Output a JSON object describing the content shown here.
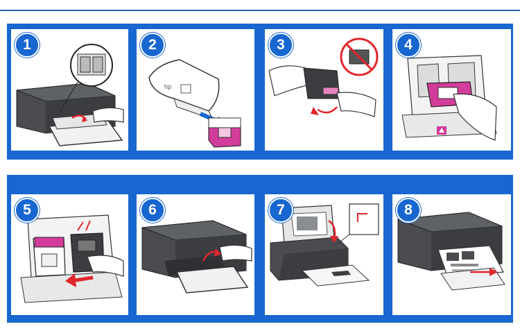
{
  "colors": {
    "band": "#1866cf",
    "rule": "#1f5ea8",
    "printer": "#4a4c50",
    "printer_dark": "#2e3034",
    "cartridge_color": "#d23c9a",
    "arrow_red": "#e1262c"
  },
  "steps": [
    {
      "number": "1",
      "icon": "printer-open-access-door-icon"
    },
    {
      "number": "2",
      "icon": "cartridge-unwrap-icon"
    },
    {
      "number": "3",
      "icon": "remove-tape-icon"
    },
    {
      "number": "4",
      "icon": "insert-color-cartridge-icon"
    },
    {
      "number": "5",
      "icon": "insert-black-cartridge-icon"
    },
    {
      "number": "6",
      "icon": "close-access-door-icon"
    },
    {
      "number": "7",
      "icon": "scan-alignment-page-icon"
    },
    {
      "number": "8",
      "icon": "print-alignment-page-icon"
    }
  ]
}
